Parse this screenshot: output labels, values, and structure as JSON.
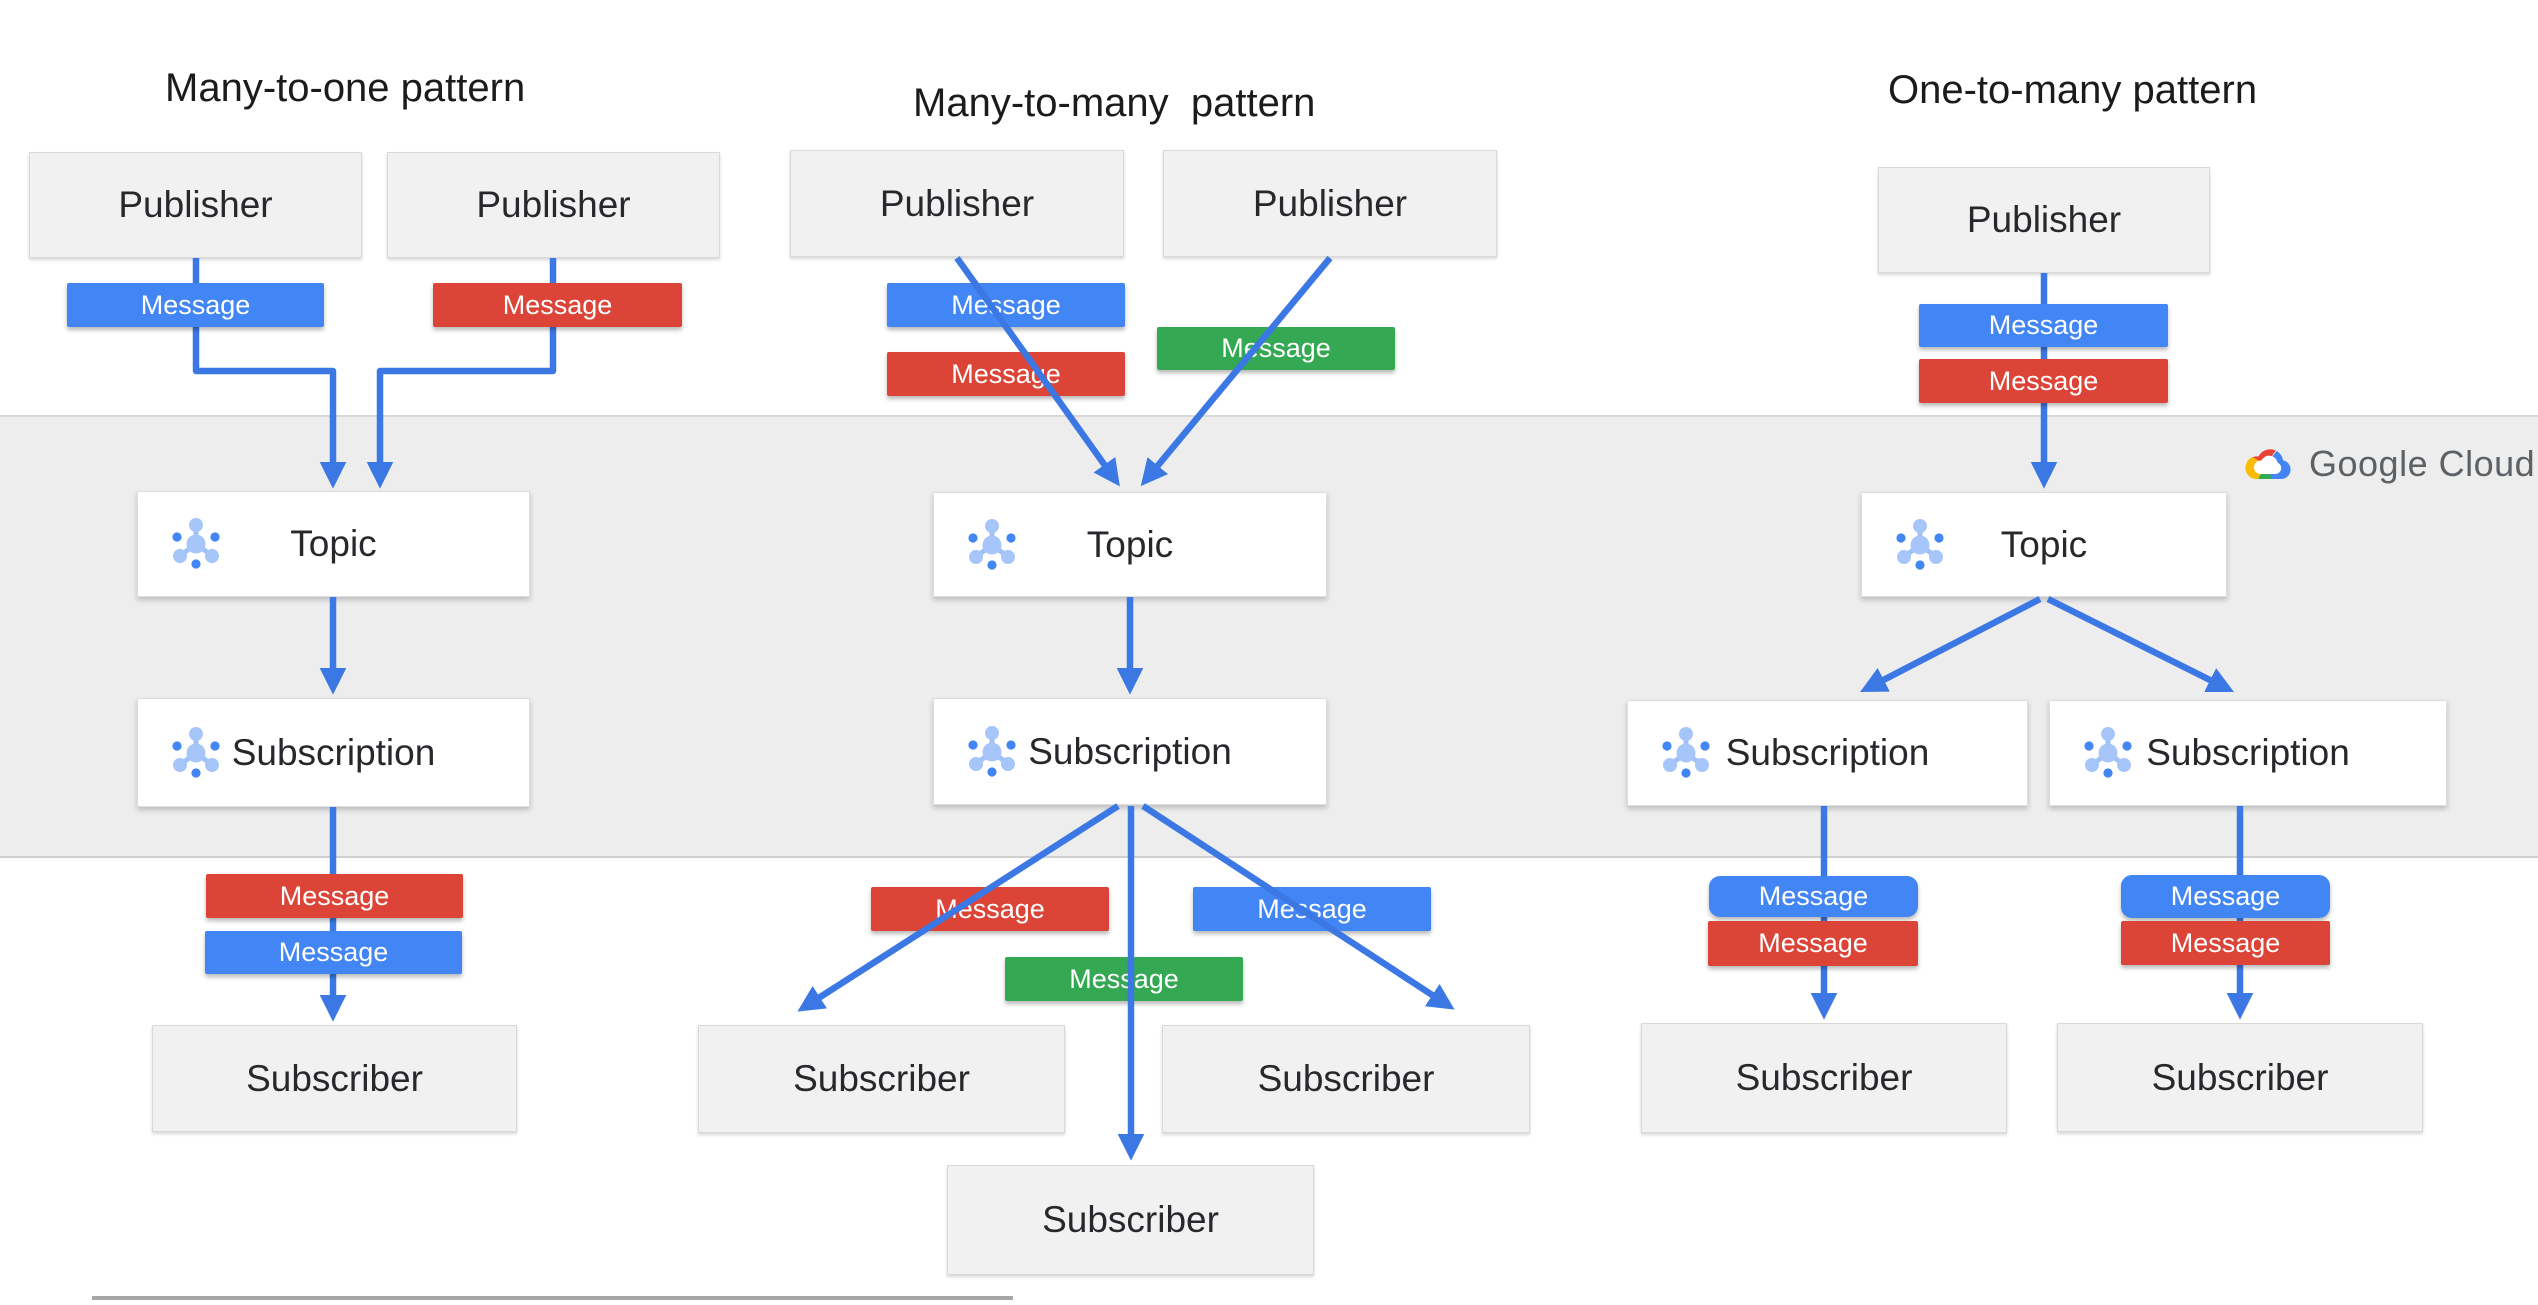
{
  "diagram": {
    "titles": {
      "many_to_one": "Many-to-one pattern",
      "many_to_many": "Many-to-many  pattern",
      "one_to_many": "One-to-many pattern"
    },
    "labels": {
      "publisher": "Publisher",
      "topic": "Topic",
      "subscription": "Subscription",
      "subscriber": "Subscriber",
      "message": "Message"
    },
    "colors": {
      "message_blue": "#4285F4",
      "message_red": "#DB4437",
      "message_green": "#34A853",
      "connector_blue": "#3C78E4",
      "band_gray": "#EDEDED",
      "box_gray": "#F1F1F2",
      "box_white": "#FFFFFF",
      "title_text": "#1B1B1B",
      "brand_text": "#5C6166"
    },
    "icons": {
      "node_icon": "pubsub-node-icon",
      "logo_icon": "google-cloud-logo"
    }
  },
  "brand": {
    "text": "Google Cloud"
  }
}
